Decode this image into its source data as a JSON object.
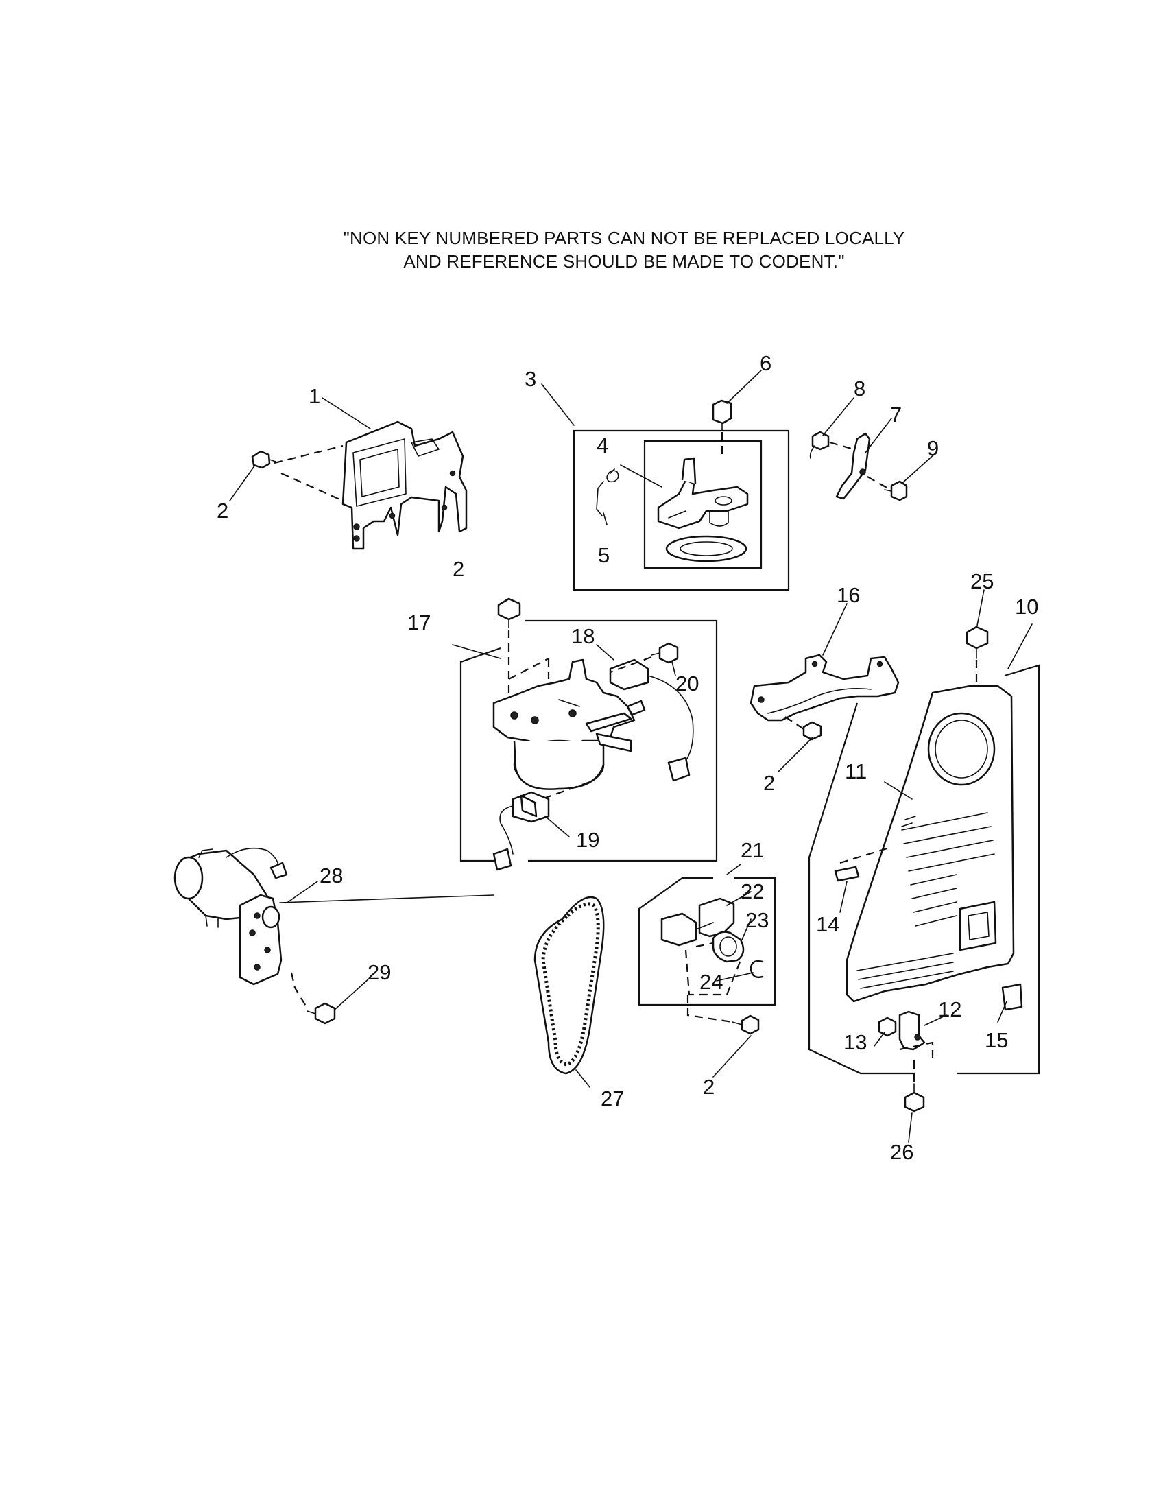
{
  "note": {
    "line1": "\"NON KEY NUMBERED PARTS CAN NOT BE REPLACED LOCALLY",
    "line2": "AND REFERENCE SHOULD BE MADE TO CODENT.\""
  },
  "callouts": {
    "c1": "1",
    "c2a": "2",
    "c2b": "2",
    "c2c": "2",
    "c2d": "2",
    "c3": "3",
    "c4": "4",
    "c5": "5",
    "c6": "6",
    "c7": "7",
    "c8": "8",
    "c9": "9",
    "c10": "10",
    "c11": "11",
    "c12": "12",
    "c13": "13",
    "c14": "14",
    "c15": "15",
    "c16": "16",
    "c17": "17",
    "c18": "18",
    "c19": "19",
    "c20": "20",
    "c21": "21",
    "c22": "22",
    "c23": "23",
    "c24": "24",
    "c25": "25",
    "c26": "26",
    "c27": "27",
    "c28": "28",
    "c29": "29"
  }
}
